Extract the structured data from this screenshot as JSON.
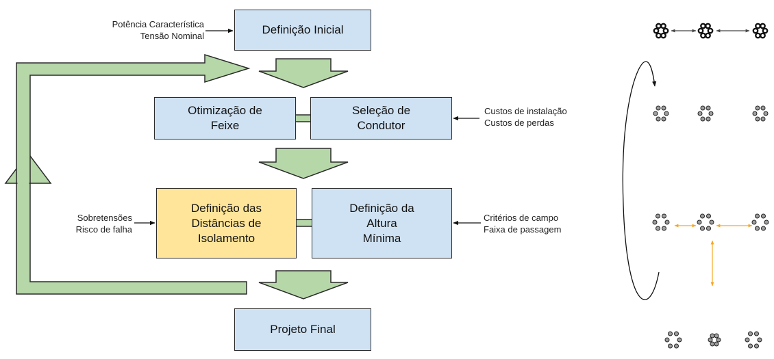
{
  "boxes": {
    "initial": "Definição Inicial",
    "bundle": "Otimização de\nFeixe",
    "conductor": "Seleção de\nCondutor",
    "insulation": "Definição das\nDistâncias de\nIsolamento",
    "height": "Definição da\nAltura\nMínima",
    "final": "Projeto Final"
  },
  "notes": {
    "initial_inputs": "Potência Característica\nTensão Nominal",
    "conductor_inputs": "Custos de instalação\nCustos de perdas",
    "insulation_inputs": "Sobretensões\nRisco de falha",
    "height_inputs": "Critérios de campo\nFaixa de passagem"
  },
  "colors": {
    "box_blue": "#cfe2f3",
    "box_yellow": "#ffe599",
    "arrow_green_fill": "#b6d7a8",
    "arrow_green_stroke": "#2b2b2b",
    "spacing_arrow_orange": "#f6a623"
  },
  "right_panel": {
    "rows": 4,
    "row_1": "bundles-with-spacing-arrows",
    "row_2": "bundles",
    "row_3": "bundles-with-orange-clearance-arrows",
    "row_4": "bundles-compact"
  }
}
